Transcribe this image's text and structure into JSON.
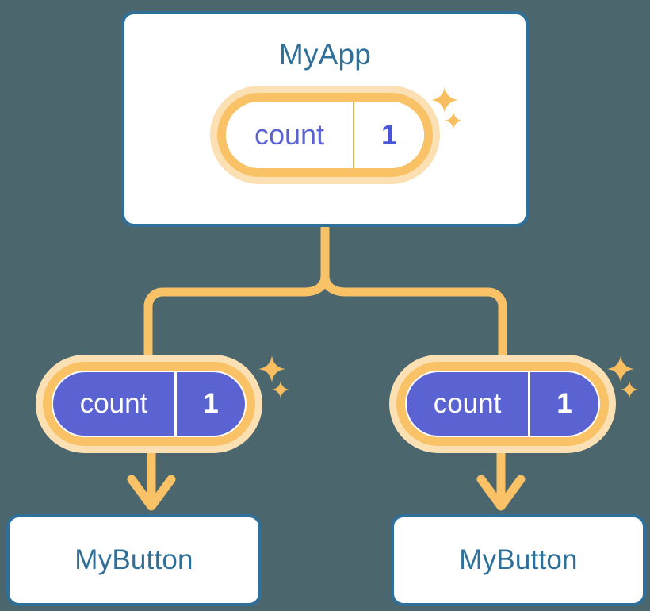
{
  "diagram": {
    "type": "component-state-tree",
    "background_color": "#4C666E",
    "accent_colors": {
      "card_border_blue": "#2E7099",
      "title_blue": "#2E7099",
      "state_orange": "#F9C266",
      "state_halo": "#FBE0B4",
      "state_purple": "#5B63D3",
      "white": "#FFFFFF"
    }
  },
  "root": {
    "title": "MyApp",
    "state_pill": {
      "key": "count",
      "value": "1",
      "variant": "white-fill",
      "sparkle": true
    }
  },
  "children": [
    {
      "title": "MyButton",
      "state_pill": {
        "key": "count",
        "value": "1",
        "variant": "purple-fill",
        "sparkle": true
      }
    },
    {
      "title": "MyButton",
      "state_pill": {
        "key": "count",
        "value": "1",
        "variant": "purple-fill",
        "sparkle": true
      }
    }
  ],
  "connectors": {
    "color": "#F9C266",
    "stem_label": "",
    "arrow_head": "chevron-down"
  }
}
